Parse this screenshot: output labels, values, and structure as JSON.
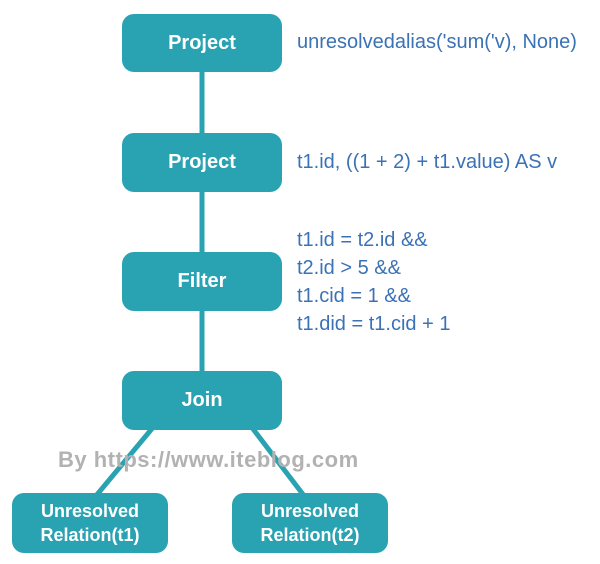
{
  "diagram": {
    "type": "query-plan-tree",
    "nodes": [
      {
        "id": "project-1",
        "label": "Project"
      },
      {
        "id": "project-2",
        "label": "Project"
      },
      {
        "id": "filter",
        "label": "Filter"
      },
      {
        "id": "join",
        "label": "Join"
      },
      {
        "id": "unresolved-relation-t1",
        "label": "Unresolved\nRelation(t1)"
      },
      {
        "id": "unresolved-relation-t2",
        "label": "Unresolved\nRelation(t2)"
      }
    ],
    "edges": [
      {
        "from": "project-1",
        "to": "project-2"
      },
      {
        "from": "project-2",
        "to": "filter"
      },
      {
        "from": "filter",
        "to": "join"
      },
      {
        "from": "join",
        "to": "unresolved-relation-t1"
      },
      {
        "from": "join",
        "to": "unresolved-relation-t2"
      }
    ],
    "annotations": {
      "project_1": "unresolvedalias('sum('v), None)",
      "project_2": "t1.id, ((1 + 2) + t1.value) AS v",
      "filter_lines": [
        "t1.id = t2.id &&",
        "t2.id > 5 &&",
        "t1.cid = 1 &&",
        "t1.did = t1.cid + 1"
      ]
    },
    "watermark": "By https://www.iteblog.com",
    "colors": {
      "node_fill": "#29a2b2",
      "node_text": "#ffffff",
      "connector": "#29a2b2",
      "annotation_text": "#3b72b5",
      "watermark_text": "#b2b2b2",
      "background": "#ffffff"
    }
  }
}
